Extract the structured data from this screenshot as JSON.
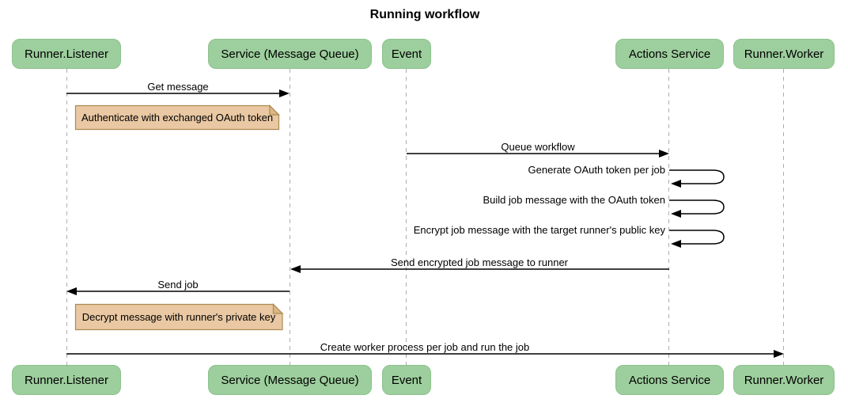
{
  "title": "Running workflow",
  "actors": [
    {
      "label": "Runner.Listener"
    },
    {
      "label": "Service (Message Queue)"
    },
    {
      "label": "Event"
    },
    {
      "label": "Actions Service"
    },
    {
      "label": "Runner.Worker"
    }
  ],
  "messages": [
    {
      "label": "Get message",
      "from": "Runner.Listener",
      "to": "Service (Message Queue)"
    },
    {
      "label": "Queue workflow",
      "from": "Event",
      "to": "Actions Service"
    },
    {
      "label": "Generate OAuth token per job",
      "from": "Actions Service",
      "to": "Actions Service"
    },
    {
      "label": "Build job message with the OAuth token",
      "from": "Actions Service",
      "to": "Actions Service"
    },
    {
      "label": "Encrypt job message with the target runner's public key",
      "from": "Actions Service",
      "to": "Actions Service"
    },
    {
      "label": "Send encrypted job message to runner",
      "from": "Actions Service",
      "to": "Service (Message Queue)"
    },
    {
      "label": "Send job",
      "from": "Service (Message Queue)",
      "to": "Runner.Listener"
    },
    {
      "label": "Create worker process per job and run the job",
      "from": "Runner.Listener",
      "to": "Runner.Worker"
    }
  ],
  "notes": [
    {
      "text": "Authenticate with exchanged OAuth token"
    },
    {
      "text": "Decrypt message with runner's private key"
    }
  ],
  "colors": {
    "background": "#ffffff",
    "actor_fill": "#9dce9d",
    "actor_border": "#8cc28c",
    "note_fill": "#e9c8a3",
    "note_border": "#ad8b52",
    "note_fold": "#dcb687",
    "lifeline": "#adadad",
    "arrow": "#000000",
    "text": "#000000"
  }
}
